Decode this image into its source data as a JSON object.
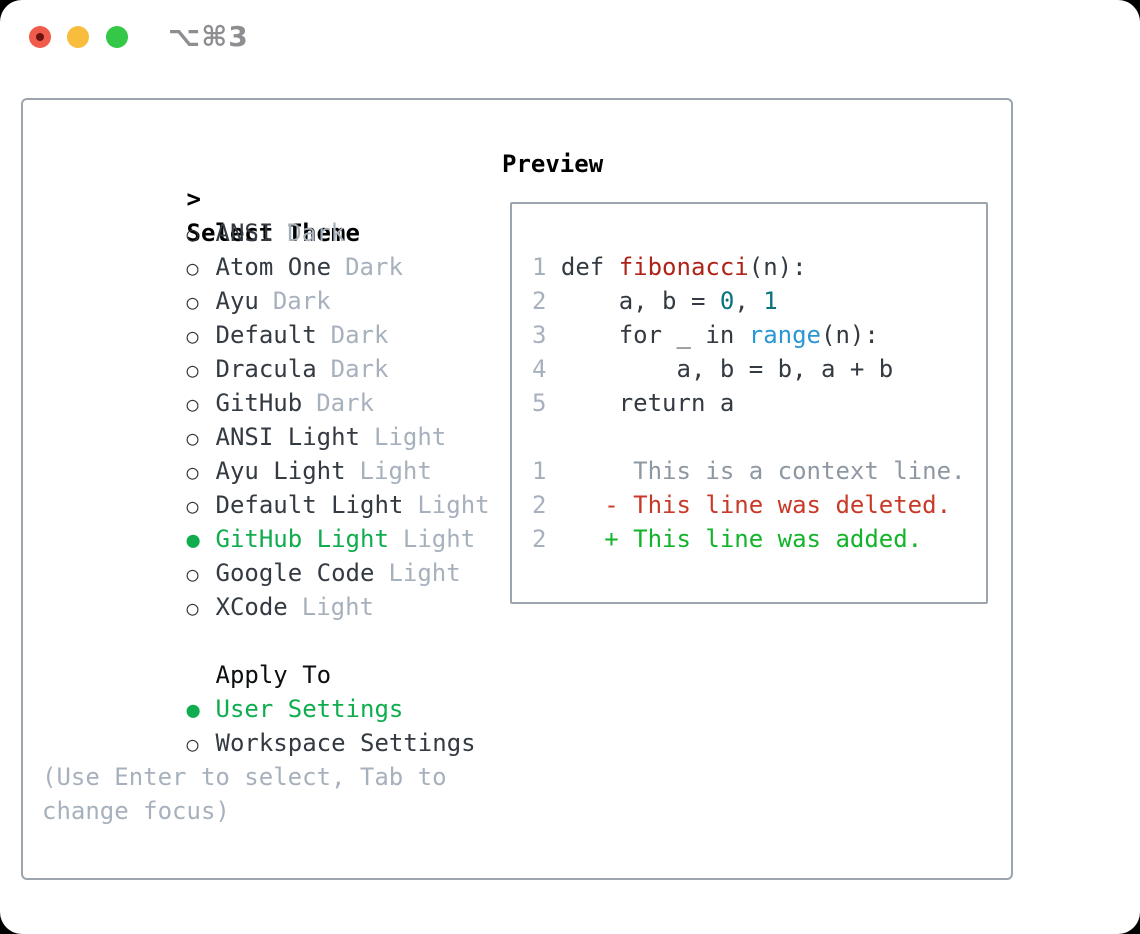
{
  "window": {
    "title": "⌥⌘3"
  },
  "theme_panel": {
    "prompt": ">",
    "title": "Select Theme",
    "themes": [
      {
        "marker": "○",
        "name": "ANSI",
        "variant": "Dark",
        "selected": false
      },
      {
        "marker": "○",
        "name": "Atom One",
        "variant": "Dark",
        "selected": false
      },
      {
        "marker": "○",
        "name": "Ayu",
        "variant": "Dark",
        "selected": false
      },
      {
        "marker": "○",
        "name": "Default",
        "variant": "Dark",
        "selected": false
      },
      {
        "marker": "○",
        "name": "Dracula",
        "variant": "Dark",
        "selected": false
      },
      {
        "marker": "○",
        "name": "GitHub",
        "variant": "Dark",
        "selected": false
      },
      {
        "marker": "○",
        "name": "ANSI Light",
        "variant": "Light",
        "selected": false
      },
      {
        "marker": "○",
        "name": "Ayu Light",
        "variant": "Light",
        "selected": false
      },
      {
        "marker": "○",
        "name": "Default Light",
        "variant": "Light",
        "selected": false
      },
      {
        "marker": "●",
        "name": "GitHub Light",
        "variant": "Light",
        "selected": true
      },
      {
        "marker": "○",
        "name": "Google Code",
        "variant": "Light",
        "selected": false
      },
      {
        "marker": "○",
        "name": "XCode",
        "variant": "Light",
        "selected": false
      }
    ],
    "apply_to": {
      "title": "Apply To",
      "options": [
        {
          "marker": "●",
          "name": "User Settings",
          "selected": true
        },
        {
          "marker": "○",
          "name": "Workspace Settings",
          "selected": false
        }
      ]
    },
    "help": "(Use Enter to select, Tab to change focus)"
  },
  "preview": {
    "title": "Preview",
    "code": {
      "l1": {
        "n": "1 ",
        "k1": "def ",
        "fn": "fibonacci",
        "rest": "(n):"
      },
      "l2": {
        "n": "2 ",
        "a": "    a, b = ",
        "num1": "0",
        "sep": ", ",
        "num2": "1"
      },
      "l3": {
        "n": "3 ",
        "a": "    for _ in ",
        "builtin": "range",
        "rest": "(n):"
      },
      "l4": {
        "n": "4 ",
        "a": "        a, b = b, a + b"
      },
      "l5": {
        "n": "5 ",
        "a": "    return a"
      }
    },
    "diff": {
      "context": {
        "n": "1",
        "t": "      This is a context line."
      },
      "deleted": {
        "n": "2",
        "t": "    - This line was deleted."
      },
      "added": {
        "n": "2",
        "t": "    + This line was added."
      }
    }
  },
  "colors": {
    "accent-green": "#0FAD4E",
    "diff-add-green": "#13B32A",
    "diff-del-red": "#C83A28",
    "func-red": "#AE2318",
    "number-teal": "#0A727B",
    "builtin-blue": "#2A96D3",
    "text-dark": "#333A42",
    "muted-gray": "#A7B1BD",
    "context-gray": "#8E98A2",
    "border-gray": "#9CA5AE",
    "title-gray": "#8D8D92",
    "light-red": "#F15B4C",
    "light-yellow": "#F8BD3C",
    "light-green": "#34C748"
  }
}
